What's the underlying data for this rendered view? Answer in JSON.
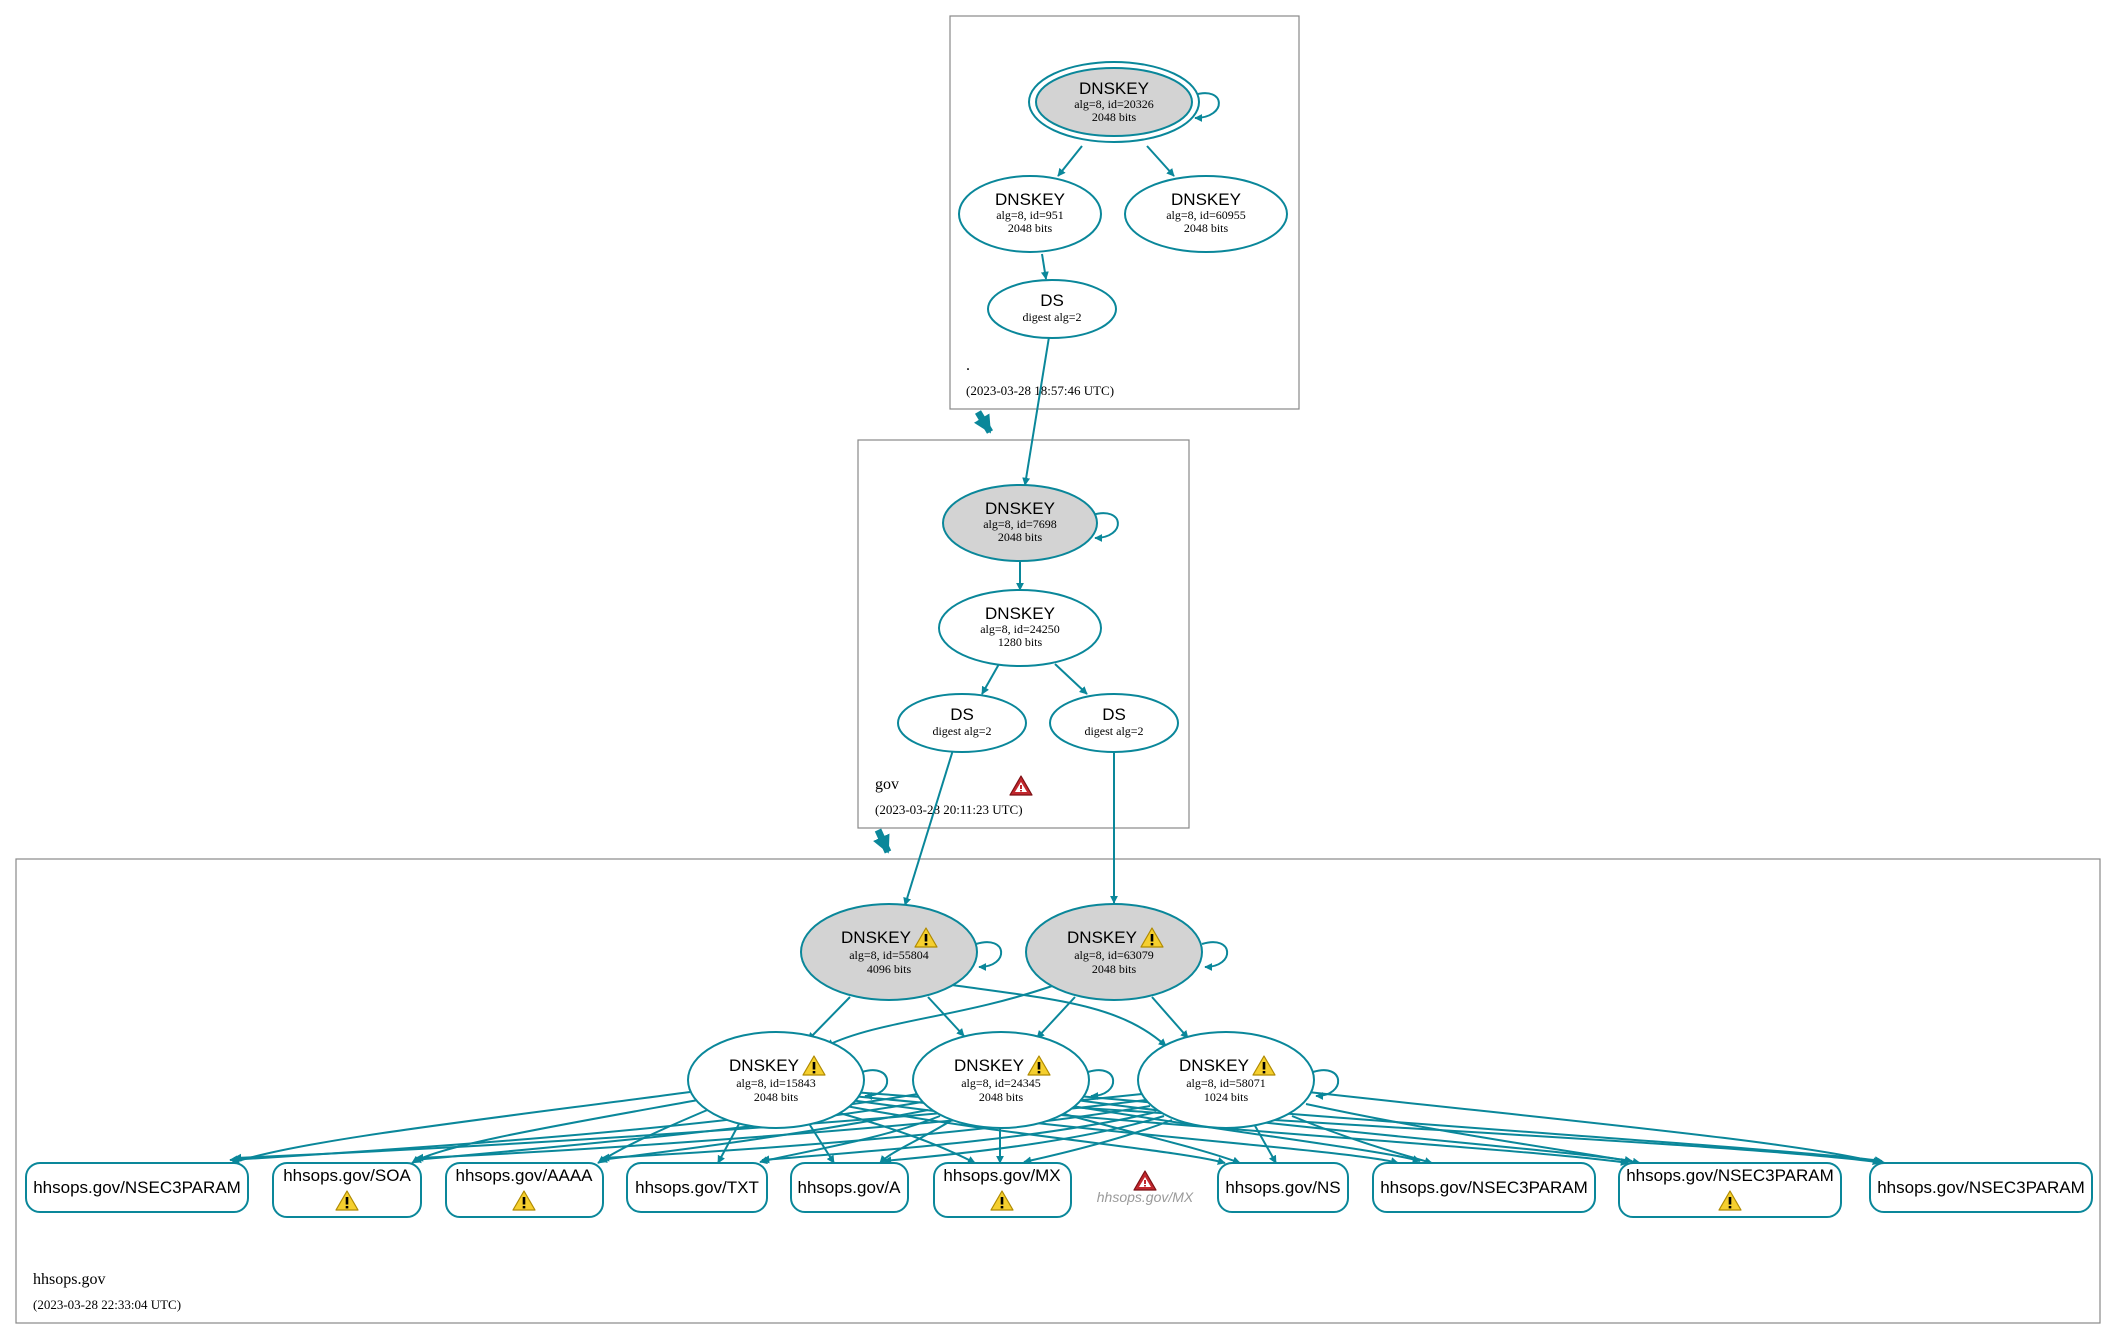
{
  "colors": {
    "edge": "#0a879a",
    "ksk_fill": "#d3d3d3",
    "node_fill": "#ffffff",
    "warning": "#f2c200",
    "error": "#c1272d",
    "zone_border": "#888888"
  },
  "zones": {
    "root": {
      "name": ".",
      "timestamp": "(2023-03-28 18:57:46 UTC)"
    },
    "gov": {
      "name": "gov",
      "timestamp": "(2023-03-28 20:11:23 UTC)",
      "status_icon": "error-icon"
    },
    "hhsops": {
      "name": "hhsops.gov",
      "timestamp": "(2023-03-28 22:33:04 UTC)"
    }
  },
  "nodes": {
    "root_ksk": {
      "title": "DNSKEY",
      "line1": "alg=8, id=20326",
      "line2": "2048 bits",
      "role": "trust anchor KSK",
      "status_icon": ""
    },
    "root_zsk1": {
      "title": "DNSKEY",
      "line1": "alg=8, id=951",
      "line2": "2048 bits",
      "status_icon": ""
    },
    "root_zsk2": {
      "title": "DNSKEY",
      "line1": "alg=8, id=60955",
      "line2": "2048 bits",
      "status_icon": ""
    },
    "root_ds": {
      "title": "DS",
      "line1": "digest alg=2",
      "line2": "",
      "status_icon": ""
    },
    "gov_ksk": {
      "title": "DNSKEY",
      "line1": "alg=8, id=7698",
      "line2": "2048 bits",
      "status_icon": ""
    },
    "gov_zsk": {
      "title": "DNSKEY",
      "line1": "alg=8, id=24250",
      "line2": "1280 bits",
      "status_icon": ""
    },
    "gov_ds1": {
      "title": "DS",
      "line1": "digest alg=2",
      "line2": "",
      "status_icon": ""
    },
    "gov_ds2": {
      "title": "DS",
      "line1": "digest alg=2",
      "line2": "",
      "status_icon": ""
    },
    "hh_ksk1": {
      "title": "DNSKEY",
      "line1": "alg=8, id=55804",
      "line2": "4096 bits",
      "status_icon": "warning-icon"
    },
    "hh_ksk2": {
      "title": "DNSKEY",
      "line1": "alg=8, id=63079",
      "line2": "2048 bits",
      "status_icon": "warning-icon"
    },
    "hh_zsk1": {
      "title": "DNSKEY",
      "line1": "alg=8, id=15843",
      "line2": "2048 bits",
      "status_icon": "warning-icon"
    },
    "hh_zsk2": {
      "title": "DNSKEY",
      "line1": "alg=8, id=24345",
      "line2": "2048 bits",
      "status_icon": "warning-icon"
    },
    "hh_zsk3": {
      "title": "DNSKEY",
      "line1": "alg=8, id=58071",
      "line2": "1024 bits",
      "status_icon": "warning-icon"
    }
  },
  "rrsets": {
    "r1": {
      "label": "hhsops.gov/NSEC3PARAM",
      "status_icon": ""
    },
    "r2": {
      "label": "hhsops.gov/SOA",
      "status_icon": "warning-icon"
    },
    "r3": {
      "label": "hhsops.gov/AAAA",
      "status_icon": "warning-icon"
    },
    "r4": {
      "label": "hhsops.gov/TXT",
      "status_icon": ""
    },
    "r5": {
      "label": "hhsops.gov/A",
      "status_icon": ""
    },
    "r6": {
      "label": "hhsops.gov/MX",
      "status_icon": "warning-icon"
    },
    "r7": {
      "label": "hhsops.gov/NS",
      "status_icon": ""
    },
    "r8": {
      "label": "hhsops.gov/NSEC3PARAM",
      "status_icon": ""
    },
    "r9": {
      "label": "hhsops.gov/NSEC3PARAM",
      "status_icon": "warning-icon"
    },
    "r10": {
      "label": "hhsops.gov/NSEC3PARAM",
      "status_icon": ""
    }
  },
  "ghost": {
    "label": "hhsops.gov/MX",
    "status_icon": "error-icon"
  }
}
